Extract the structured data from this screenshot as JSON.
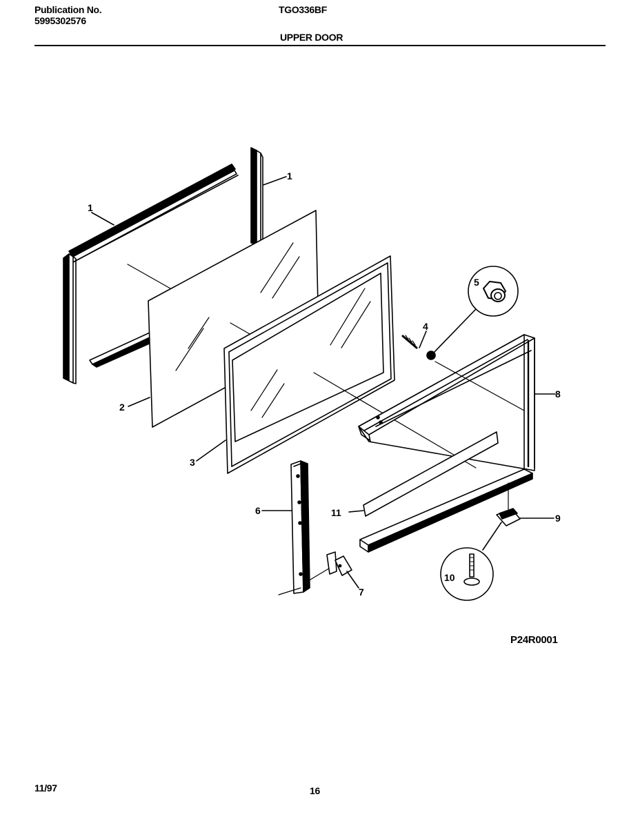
{
  "header": {
    "publication_label": "Publication No.",
    "publication_number": "5995302576",
    "model": "TGO336BF",
    "section_title": "UPPER DOOR"
  },
  "diagram": {
    "callouts": {
      "c1a": "1",
      "c1b": "1",
      "c2": "2",
      "c3": "3",
      "c4": "4",
      "c5": "5",
      "c6": "6",
      "c7": "7",
      "c8": "8",
      "c9": "9",
      "c10": "10",
      "c11": "11"
    },
    "drawing_code": "P24R0001"
  },
  "footer": {
    "date": "11/97",
    "page_number": "16"
  }
}
